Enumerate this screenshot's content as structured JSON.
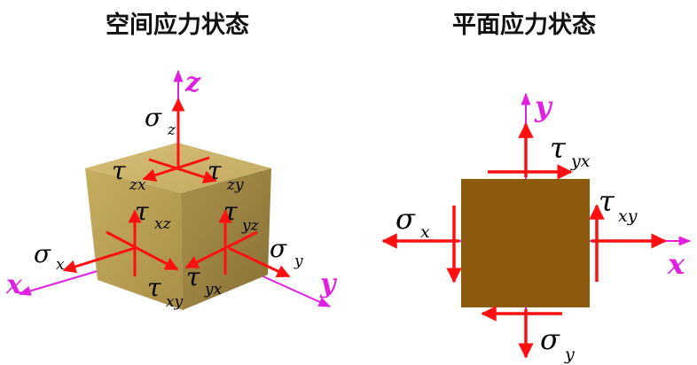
{
  "titles": {
    "spatial": "空间应力状态",
    "plane": "平面应力状态"
  },
  "spatial": {
    "axes": {
      "x": "x",
      "y": "y",
      "z": "z"
    },
    "labels": {
      "sigma_z": {
        "symbol": "σ",
        "sub": "z"
      },
      "tau_zx": {
        "symbol": "τ",
        "sub": "zx"
      },
      "tau_zy": {
        "symbol": "τ",
        "sub": "zy"
      },
      "tau_xz": {
        "symbol": "τ",
        "sub": "xz"
      },
      "tau_yz": {
        "symbol": "τ",
        "sub": "yz"
      },
      "sigma_x": {
        "symbol": "σ",
        "sub": "x"
      },
      "sigma_y": {
        "symbol": "σ",
        "sub": "y"
      },
      "tau_xy": {
        "symbol": "τ",
        "sub": "xy"
      },
      "tau_yx": {
        "symbol": "τ",
        "sub": "yx"
      }
    }
  },
  "plane": {
    "axes": {
      "x": "x",
      "y": "y"
    },
    "labels": {
      "tau_yx": {
        "symbol": "τ",
        "sub": "yx"
      },
      "sigma_x": {
        "symbol": "σ",
        "sub": "x"
      },
      "tau_xy": {
        "symbol": "τ",
        "sub": "xy"
      },
      "sigma_y": {
        "symbol": "σ",
        "sub": "y"
      }
    }
  },
  "colors": {
    "axis": "#e020e0",
    "stress_arrow": "#ff1010",
    "cube_front": "#b89e50",
    "cube_top": "#cdb46a",
    "cube_side": "#9e8440",
    "square": "#8b5a0c"
  }
}
